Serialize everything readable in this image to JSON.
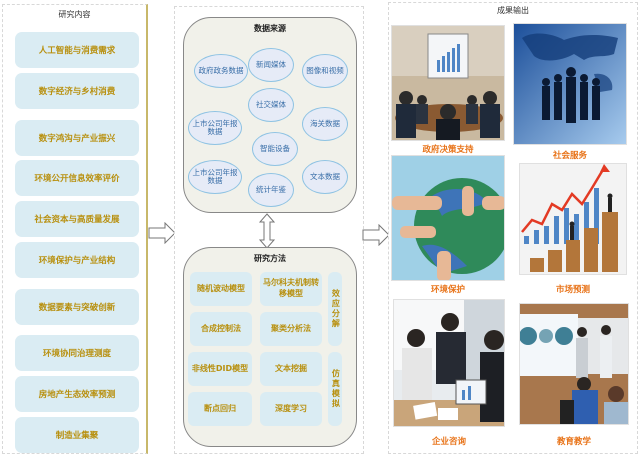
{
  "research_content": {
    "title": "研究内容",
    "topics": [
      "人工智能与消费需求",
      "数字经济与乡村消费",
      "数字鸿沟与产业振兴",
      "环境公开信息效率评价",
      "社会资本与高质量发展",
      "环境保护与产业结构",
      "数据要素与突破创新",
      "环境协同治理测度",
      "房地产生态效率预测",
      "制造业集聚"
    ]
  },
  "data_sources": {
    "title": "数据来源",
    "items": [
      "政府政务数据",
      "新闻媒体",
      "图像和视频",
      "社交媒体",
      "上市公司年报数据",
      "海关数据",
      "智能设备",
      "上市公司年报数据",
      "文本数据",
      "统计年鉴"
    ]
  },
  "research_methods": {
    "title": "研究方法",
    "items": [
      "随机波动模型",
      "马尔科夫机制转移模型",
      "合成控制法",
      "聚类分析法",
      "非线性DID模型",
      "文本挖掘",
      "断点回归",
      "深度学习"
    ],
    "vertical_items": [
      "效应分解",
      "仿真模拟"
    ]
  },
  "outputs": {
    "title": "成果输出",
    "items": [
      {
        "label": "政府决策支持",
        "image": "conference-meeting-image"
      },
      {
        "label": "社会服务",
        "image": "world-map-silhouettes-image"
      },
      {
        "label": "环境保护",
        "image": "hands-holding-globe-image"
      },
      {
        "label": "市场预测",
        "image": "coin-stacks-growth-chart-image"
      },
      {
        "label": "企业咨询",
        "image": "business-consulting-image"
      },
      {
        "label": "教育教学",
        "image": "classroom-presentation-image"
      }
    ]
  },
  "colors": {
    "topic_bg": "#daecf3",
    "topic_text": "#b8900f",
    "ellipse_border": "#8fc3e3",
    "ellipse_text": "#3a6fa8",
    "caption_text": "#e8741a",
    "group_bg": "#f1f1ea"
  }
}
